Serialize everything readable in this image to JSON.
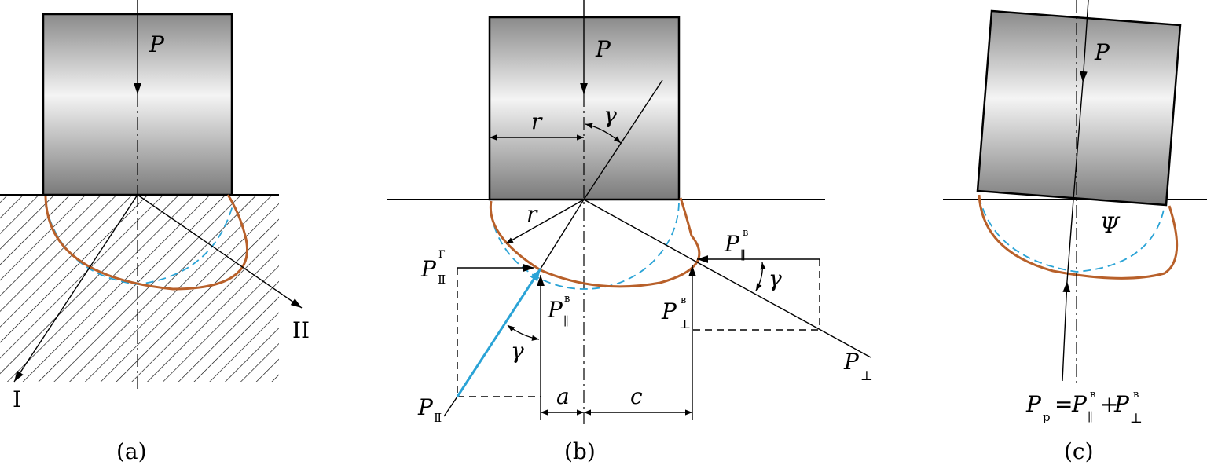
{
  "labels": {
    "a": {
      "force": "P",
      "dir1": "I",
      "dir2": "II",
      "caption": "(a)"
    },
    "b": {
      "force": "P",
      "r_top": "r",
      "gamma_top": "γ",
      "r_bottom": "r",
      "p2_gamma_base": "P",
      "p2_gamma_sup": "Г",
      "p2_gamma_sub": "Ⅱ",
      "pll_left_base": "P",
      "pll_left_sup": "в",
      "pll_left_sub": "∥",
      "gamma_left": "γ",
      "p2_base": "P",
      "p2_sub": "Ⅱ",
      "a_dim": "a",
      "c_dim": "c",
      "pll_right_base": "P",
      "pll_right_sup": "в",
      "pll_right_sub": "∥",
      "gamma_right": "γ",
      "pperp_mid_base": "P",
      "pperp_mid_sup": "в",
      "pperp_mid_sub": "⊥",
      "pperp_base": "P",
      "pperp_sub": "⊥",
      "caption": "(b)"
    },
    "c": {
      "force": "P",
      "psi": "Ψ",
      "eq_base": "P",
      "eq_sub": "р",
      "eq_eq": "=",
      "eq_t1_base": "P",
      "eq_t1_sup": "в",
      "eq_t1_sub": "∥",
      "eq_plus": "+",
      "eq_t2_base": "P",
      "eq_t2_sup": "в",
      "eq_t2_sub": "⊥",
      "caption": "(c)"
    }
  },
  "colors": {
    "deformation_zone": "#b8602a",
    "reference_circle": "#2aa3d6",
    "resultant_vector": "#2aa3d6"
  }
}
